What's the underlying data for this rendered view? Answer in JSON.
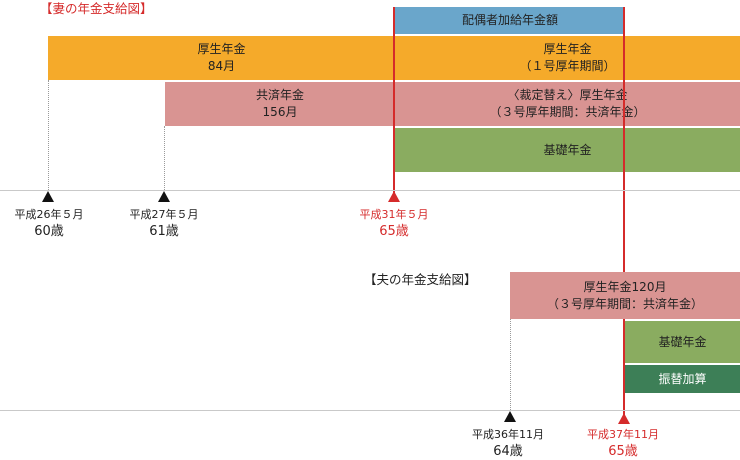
{
  "wife": {
    "title": "【妻の年金支給図】",
    "blocks": {
      "spouse_add": {
        "line1": "配偶者加給年金額"
      },
      "kosei_84": {
        "line1": "厚生年金",
        "line2": "84月"
      },
      "kosei_period1": {
        "line1": "厚生年金",
        "line2": "（１号厚年期間）"
      },
      "kyosai_156": {
        "line1": "共済年金",
        "line2": "156月"
      },
      "saitei_kosei": {
        "line1": "〈裁定替え〉厚生年金",
        "line2": "（３号厚年期間：共済年金）"
      },
      "kiso": {
        "line1": "基礎年金"
      }
    },
    "markers": [
      {
        "date": "平成26年５月",
        "age": "60歳"
      },
      {
        "date": "平成27年５月",
        "age": "61歳"
      },
      {
        "date": "平成31年５月",
        "age": "65歳"
      }
    ]
  },
  "husband": {
    "title": "【夫の年金支給図】",
    "blocks": {
      "kosei_120": {
        "line1": "厚生年金120月",
        "line2": "（３号厚年期間：共済年金）"
      },
      "kiso": {
        "line1": "基礎年金"
      },
      "furikae": {
        "line1": "振替加算"
      }
    },
    "markers": [
      {
        "date": "平成36年11月",
        "age": "64歳"
      },
      {
        "date": "平成37年11月",
        "age": "65歳"
      }
    ]
  },
  "colors": {
    "kosei": "#f5aa2a",
    "kyosai": "#d99492",
    "kiso": "#8aac60",
    "spouse_add": "#6aa6cb",
    "furikae": "#3d7f57",
    "highlight": "#d52b2b"
  }
}
